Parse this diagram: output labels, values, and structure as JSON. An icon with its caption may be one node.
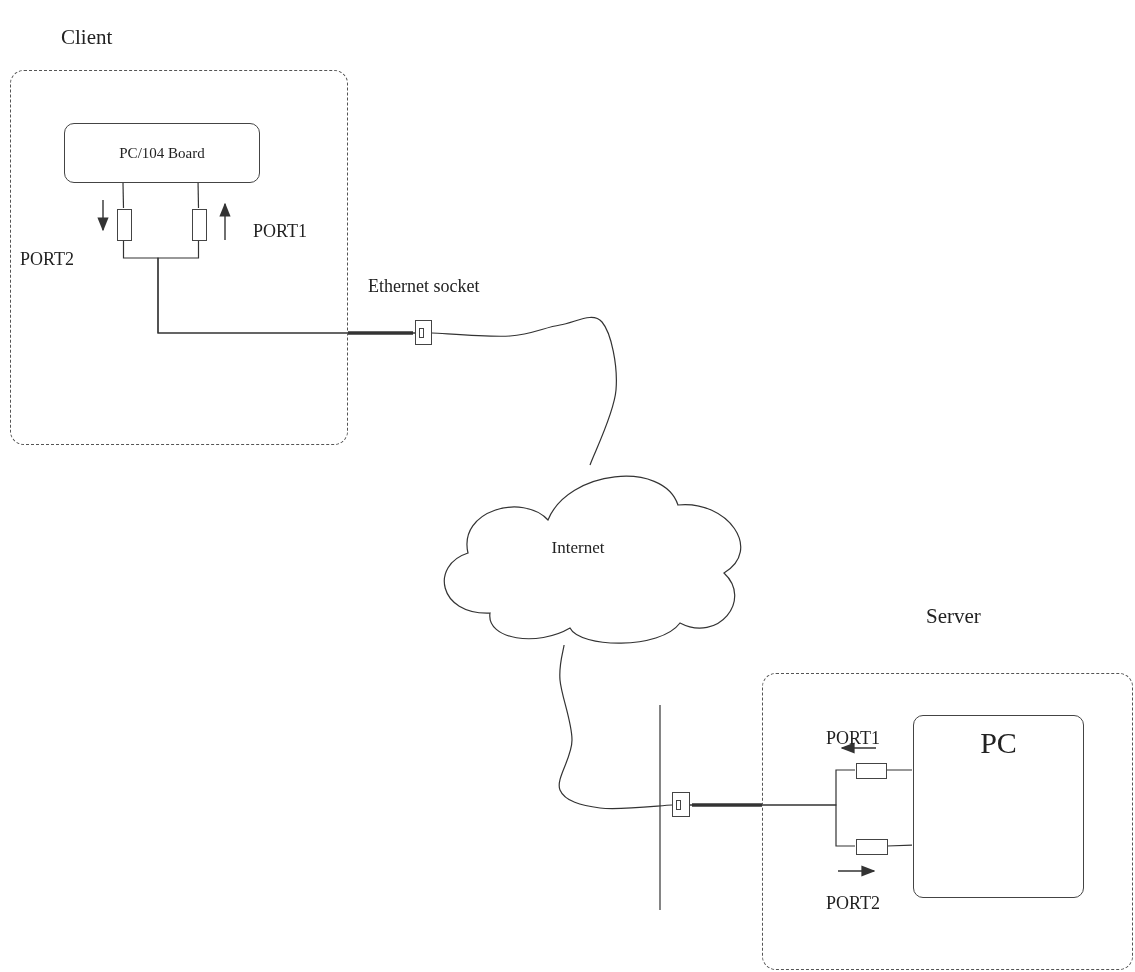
{
  "diagram": {
    "nodes": [
      {
        "text": [
          "Client"
        ]
      },
      {
        "text": [
          "PC/104 Board"
        ],
        "in": 0
      },
      {
        "text": [],
        "shape": "box",
        "in": 0,
        "beside": [
          "PORT2"
        ]
      },
      {
        "text": [],
        "shape": "box",
        "in": 0,
        "beside": [
          "PORT1"
        ]
      },
      {
        "text": [],
        "shape": "box",
        "beside": [
          "Ethernet socket"
        ]
      },
      {
        "text": [
          "Internet"
        ]
      },
      {
        "text": [
          "Server"
        ]
      },
      {
        "text": [
          "PC"
        ],
        "in": 6
      },
      {
        "text": [],
        "shape": "box",
        "in": 6,
        "beside": [
          "PORT1"
        ]
      },
      {
        "text": [],
        "shape": "box",
        "in": 6,
        "beside": [
          "PORT2"
        ]
      },
      {
        "text": [],
        "shape": "box"
      }
    ],
    "edges": [
      {
        "from": 1,
        "to": 2,
        "arrow": "none"
      },
      {
        "from": 1,
        "to": 3,
        "arrow": "none"
      },
      {
        "from": 2,
        "to": 4,
        "arrow": "none"
      },
      {
        "from": 3,
        "to": 4,
        "arrow": "none"
      },
      {
        "from": 4,
        "to": 5,
        "arrow": "none"
      },
      {
        "from": 5,
        "to": 10,
        "arrow": "none"
      },
      {
        "from": 10,
        "to": 8,
        "arrow": "none"
      },
      {
        "from": 10,
        "to": 9,
        "arrow": "none"
      },
      {
        "from": 8,
        "to": 7,
        "arrow": "none"
      },
      {
        "from": 9,
        "to": 7,
        "arrow": "none"
      }
    ]
  }
}
